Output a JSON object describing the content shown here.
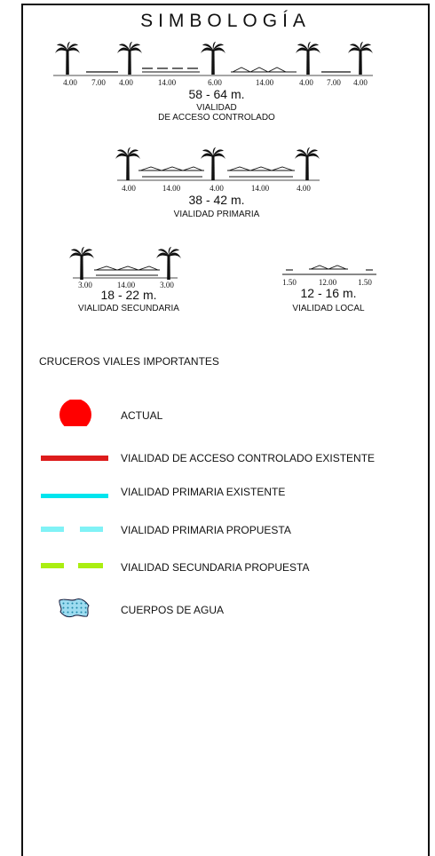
{
  "title": "SIMBOLOGÍA",
  "sections": {
    "acceso": {
      "dims": [
        "4.00",
        "7.00",
        "4.00",
        "14.00",
        "6.00",
        "14.00",
        "4.00",
        "7.00",
        "4.00"
      ],
      "width": "58 - 64 m.",
      "label_line1": "VIALIDAD",
      "label_line2": "DE ACCESO CONTROLADO"
    },
    "primaria": {
      "dims": [
        "4.00",
        "14.00",
        "4.00",
        "14.00",
        "4.00"
      ],
      "width": "38 - 42 m.",
      "label": "VIALIDAD PRIMARIA"
    },
    "secundaria": {
      "dims": [
        "3.00",
        "14.00",
        "3.00"
      ],
      "width": "18 - 22 m.",
      "label": "VIALIDAD SECUNDARIA"
    },
    "local": {
      "dims": [
        "1.50",
        "12.00",
        "1.50"
      ],
      "width": "12 - 16 m.",
      "label": "VIALIDAD LOCAL"
    }
  },
  "legend": {
    "heading": "CRUCEROS VIALES IMPORTANTES",
    "items": [
      {
        "id": "actual",
        "label": "ACTUAL",
        "symbol": "circle",
        "color": "#ff0000"
      },
      {
        "id": "acceso-existente",
        "label": "VIALIDAD DE ACCESO CONTROLADO EXISTENTE",
        "symbol": "solid-line",
        "color": "#dd1c1c"
      },
      {
        "id": "primaria-existente",
        "label": "VIALIDAD PRIMARIA EXISTENTE",
        "symbol": "solid-line",
        "color": "#00e5ee"
      },
      {
        "id": "primaria-propuesta",
        "label": "VIALIDAD PRIMARIA  PROPUESTA",
        "symbol": "dashed-line",
        "color": "#80f2f6"
      },
      {
        "id": "secundaria-propuesta",
        "label": "VIALIDAD SECUNDARIA  PROPUESTA",
        "symbol": "dashed-line",
        "color": "#aaee11"
      },
      {
        "id": "cuerpos-agua",
        "label": "CUERPOS DE AGUA",
        "symbol": "water",
        "color": "#9edcf0"
      }
    ]
  }
}
